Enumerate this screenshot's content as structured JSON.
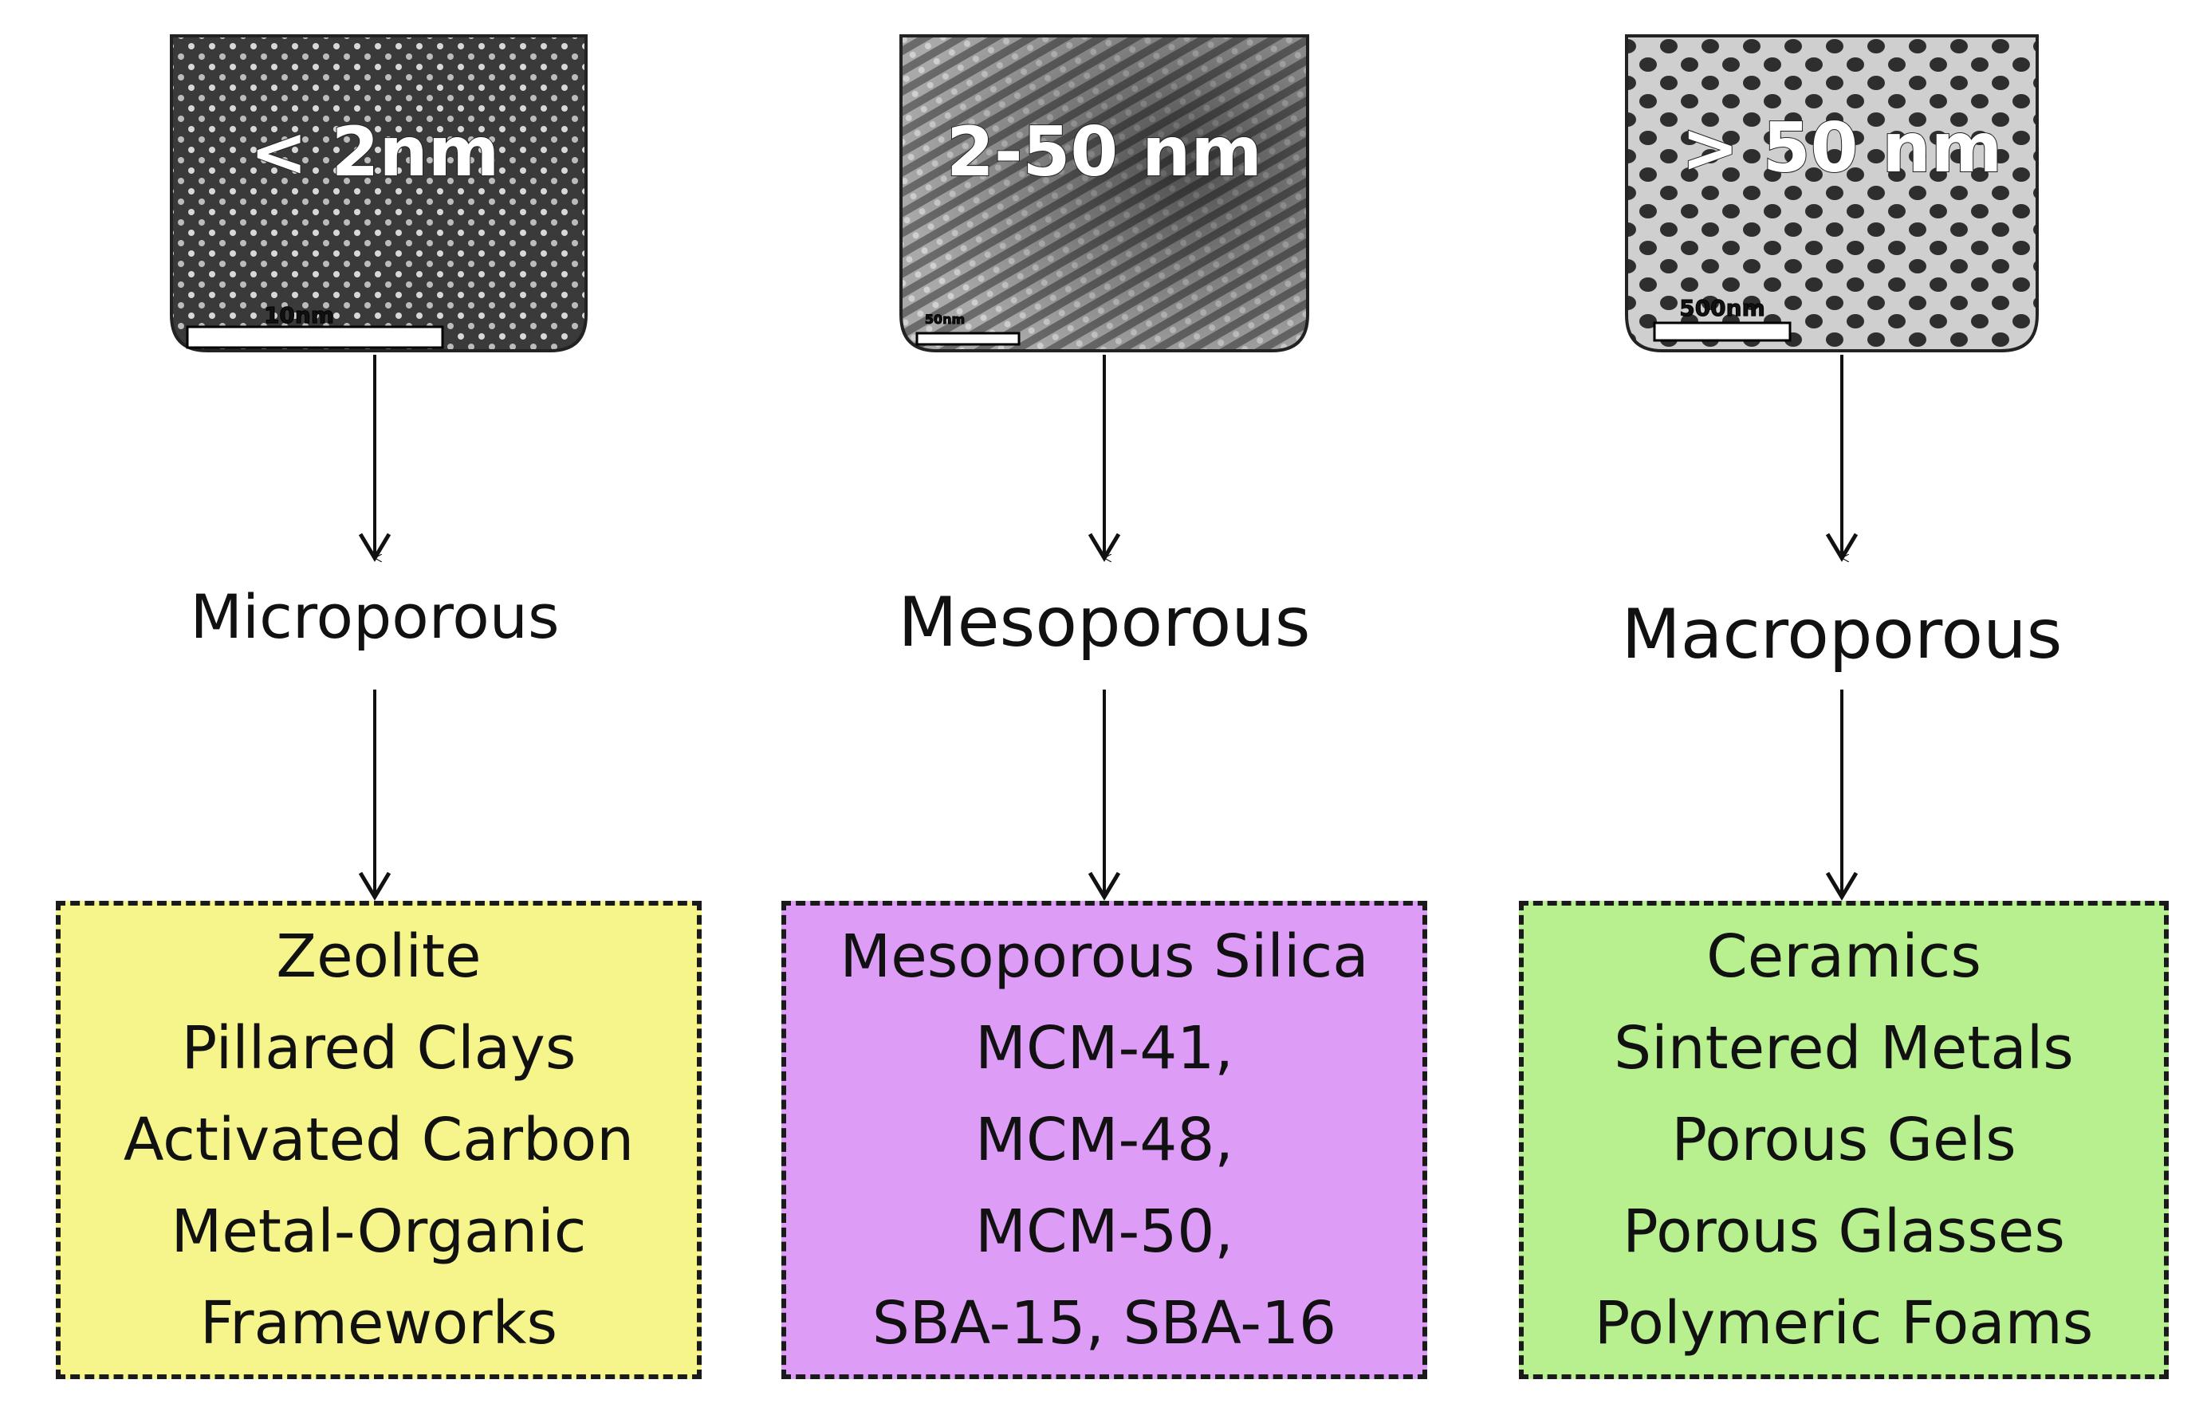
{
  "columns": [
    {
      "id": "micro",
      "size_label": "< 2nm",
      "scale_bar": "10nm",
      "class_label": "Microporous",
      "examples": [
        "Zeolite",
        "Pillared Clays",
        "Activated Carbon",
        "Metal-Organic",
        "Frameworks"
      ],
      "box_color": "#f6f58b",
      "pattern": "dots"
    },
    {
      "id": "meso",
      "size_label": "2-50 nm",
      "scale_bar": "50nm",
      "class_label": "Mesoporous",
      "examples": [
        "Mesoporous Silica",
        "MCM-41,",
        "MCM-48,",
        "MCM-50,",
        "SBA-15, SBA-16"
      ],
      "box_color": "#dd9cf6",
      "pattern": "lines"
    },
    {
      "id": "macro",
      "size_label": "> 50 nm",
      "scale_bar": "500nm",
      "class_label": "Macroporous",
      "examples": [
        "Ceramics",
        "Sintered Metals",
        "Porous Gels",
        "Porous Glasses",
        "Polymeric Foams"
      ],
      "box_color": "#b8f090",
      "pattern": "cells"
    }
  ]
}
